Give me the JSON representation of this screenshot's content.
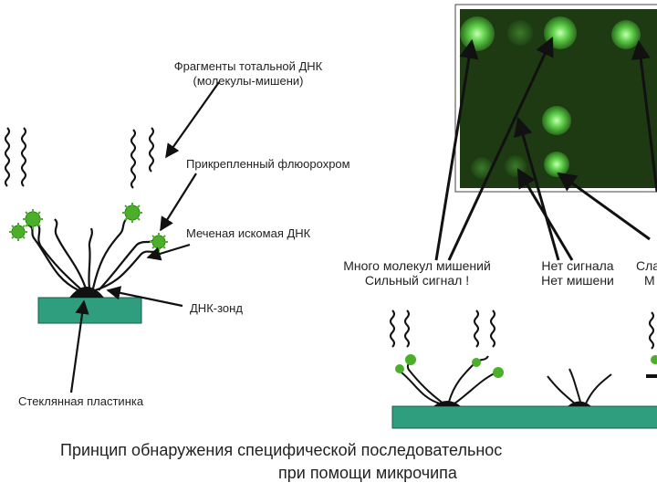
{
  "labels": {
    "target_line1": "Фрагменты тотальной ДНК",
    "target_line2": "(молекулы-мишени)",
    "fluorochrome": "Прикрепленный флюорохром",
    "labeled_dna": "Меченая искомая ДНК",
    "probe": "ДНК-зонд",
    "glass": "Стеклянная   пластинка",
    "many_line1": "Много молекул мишений",
    "many_line2": "Сильный сигнал !",
    "none_line1": "Нет сигнала",
    "none_line2": "Нет мишени",
    "weak_line1": "Сла",
    "weak_line2": "М"
  },
  "caption": {
    "line1": "Принцип обнаружения специфической последовательнос",
    "line2": "при помощи микрочипа"
  },
  "colors": {
    "green_fluor": "#4caf2a",
    "slide": "#2e9e7e",
    "chip_bg": "#1d3a12",
    "spot": "#5fd04a"
  }
}
